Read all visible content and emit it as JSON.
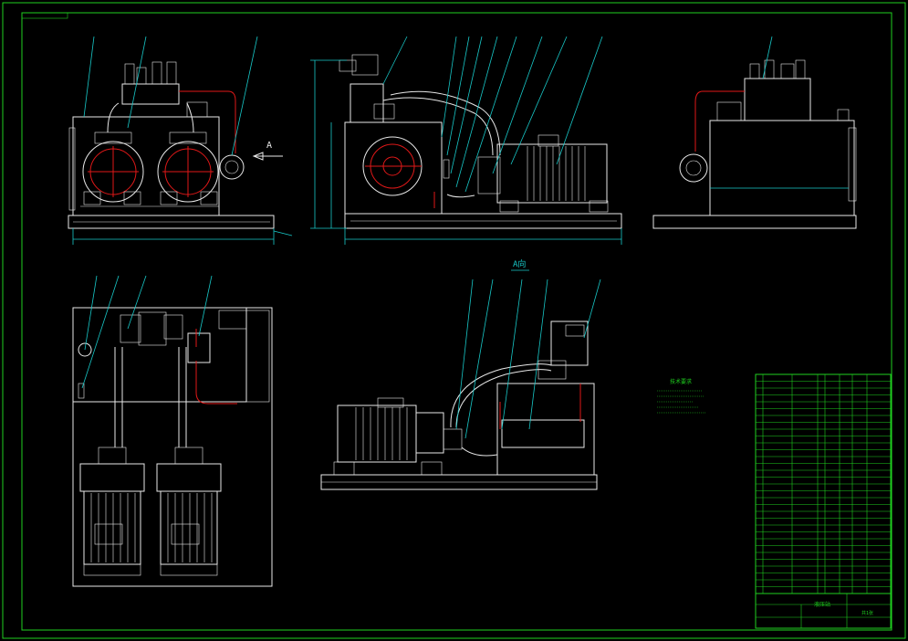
{
  "section_label": "A",
  "view_label": "A向",
  "tech_requirements_title": "技术要求",
  "title_block": {
    "drawing_name": "液压站",
    "sheet_note": "共1张"
  },
  "colors": {
    "border": "#1fd01f",
    "linework": "#e8e8e8",
    "dimension": "#18c8c8",
    "pipe": "#e01818"
  }
}
